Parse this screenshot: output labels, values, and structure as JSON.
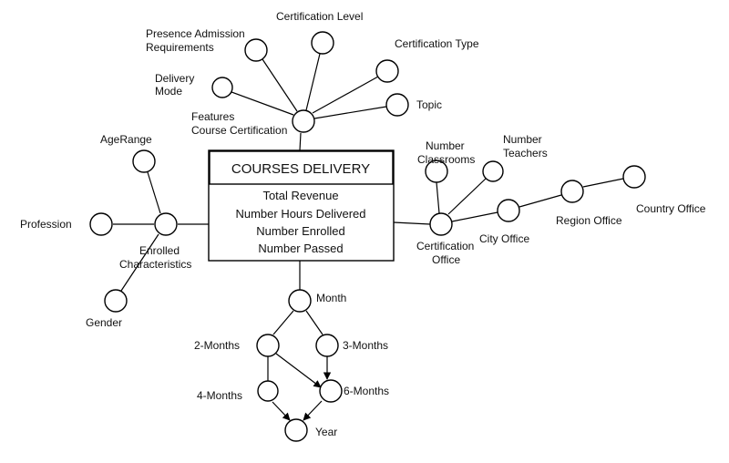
{
  "fact": {
    "title": "COURSES DELIVERY",
    "measures": [
      "Total Revenue",
      "Number Hours Delivered",
      "Number Enrolled",
      "Number Passed"
    ]
  },
  "labels": {
    "certification_level": "Certification Level",
    "presence_admission_1": "Presence Admission",
    "presence_admission_2": "Requirements",
    "certification_type": "Certification Type",
    "delivery_mode_1": "Delivery",
    "delivery_mode_2": "Mode",
    "topic": "Topic",
    "features_1": "Features",
    "features_2": "Course Certification",
    "age_range": "AgeRange",
    "profession": "Profession",
    "enrolled_1": "Enrolled",
    "enrolled_2": "Characteristics",
    "gender": "Gender",
    "number_classrooms_1": "Number",
    "number_classrooms_2": "Classrooms",
    "number_teachers_1": "Number",
    "number_teachers_2": "Teachers",
    "country_office": "Country Office",
    "region_office": "Region Office",
    "city_office": "City Office",
    "certification_office_1": "Certification",
    "certification_office_2": "Office",
    "month": "Month",
    "two_months": "2-Months",
    "three_months": "3-Months",
    "four_months": "4-Months",
    "six_months": "6-Months",
    "year": "Year"
  },
  "colors": {
    "stroke": "#000000",
    "fill": "#ffffff",
    "text": "#111111"
  }
}
